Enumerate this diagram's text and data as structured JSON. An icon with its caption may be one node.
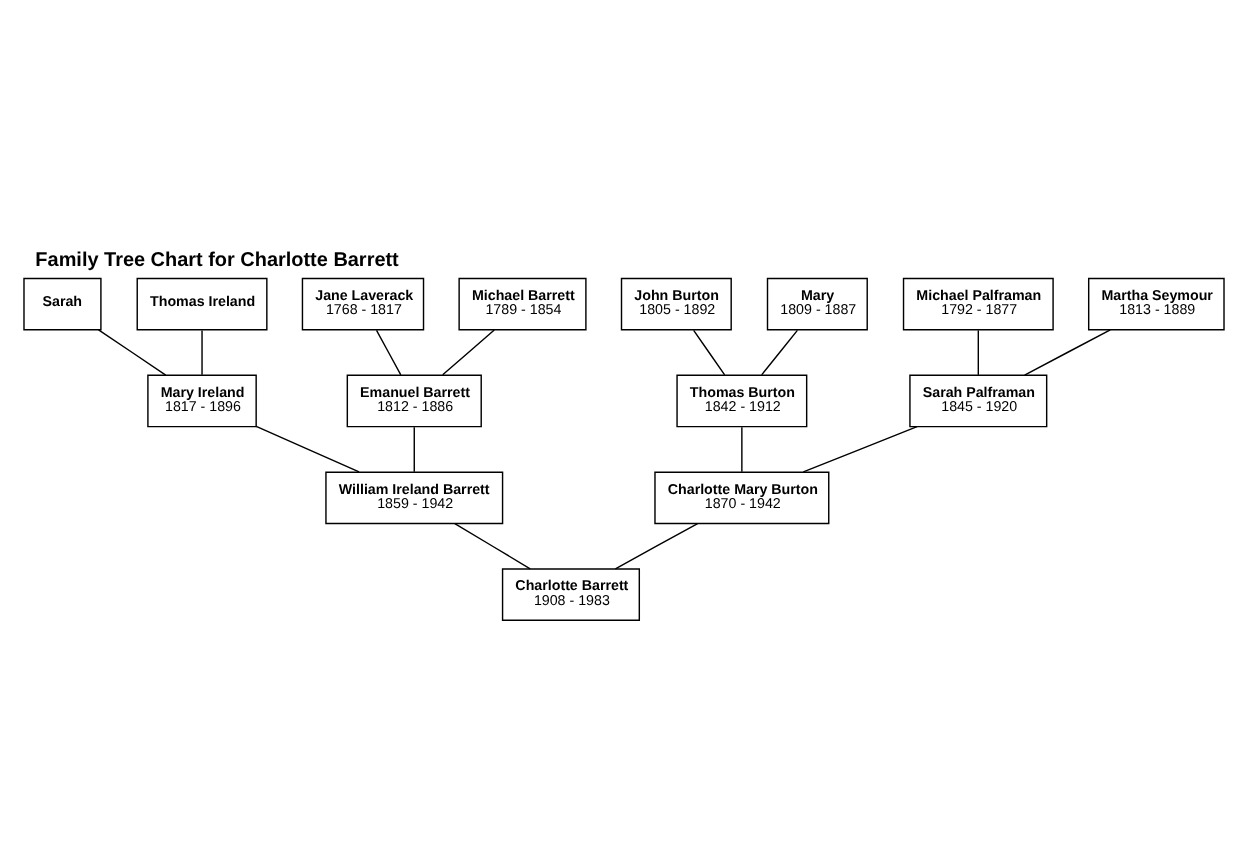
{
  "diagram": {
    "title": "Family Tree Chart for Charlotte Barrett",
    "nodes": [
      {
        "text": [
          "Sarah"
        ]
      },
      {
        "text": [
          "John Burton",
          "1805 - 1892"
        ]
      },
      {
        "text": [
          "Thomas Ireland"
        ]
      },
      {
        "text": [
          "Mary",
          "1809 - 1887"
        ]
      },
      {
        "text": [
          "Jane Laverack",
          "1768 - 1817"
        ]
      },
      {
        "text": [
          "Michael Palframan",
          "1792 - 1877"
        ]
      },
      {
        "text": [
          "Mary Ireland",
          "1817 - 1896"
        ]
      },
      {
        "text": [
          "Thomas Burton",
          "1842 - 1912"
        ]
      },
      {
        "text": [
          "Michael Barrett",
          "1789 - 1854"
        ]
      },
      {
        "text": [
          "Martha Seymour",
          "1813 - 1889"
        ]
      },
      {
        "text": [
          "Emanuel Barrett",
          "1812 - 1886"
        ]
      },
      {
        "text": [
          "William Ireland Barrett",
          "1859 - 1942"
        ]
      },
      {
        "text": [
          "Charlotte Mary Burton",
          "1870 - 1942"
        ]
      },
      {
        "text": [
          "Sarah Palframan",
          "1845 - 1920"
        ]
      },
      {
        "text": [
          "Charlotte Barrett",
          "1908 - 1983"
        ]
      }
    ],
    "edges": [
      {
        "from": 14,
        "to": 11,
        "arrow": "none"
      },
      {
        "from": 14,
        "to": 12,
        "arrow": "none"
      },
      {
        "from": 11,
        "to": 10,
        "arrow": "none"
      },
      {
        "from": 11,
        "to": 6,
        "arrow": "none"
      },
      {
        "from": 6,
        "to": 2,
        "arrow": "none"
      },
      {
        "from": 6,
        "to": 0,
        "arrow": "none"
      },
      {
        "from": 12,
        "to": 13,
        "arrow": "none"
      },
      {
        "from": 12,
        "to": 7,
        "arrow": "none"
      },
      {
        "from": 7,
        "to": 1,
        "arrow": "none"
      },
      {
        "from": 7,
        "to": 3,
        "arrow": "none"
      },
      {
        "from": 10,
        "to": 8,
        "arrow": "none"
      },
      {
        "from": 10,
        "to": 4,
        "arrow": "none"
      },
      {
        "from": 13,
        "to": 5,
        "arrow": "none"
      },
      {
        "from": 13,
        "to": 9,
        "arrow": "none"
      }
    ]
  }
}
